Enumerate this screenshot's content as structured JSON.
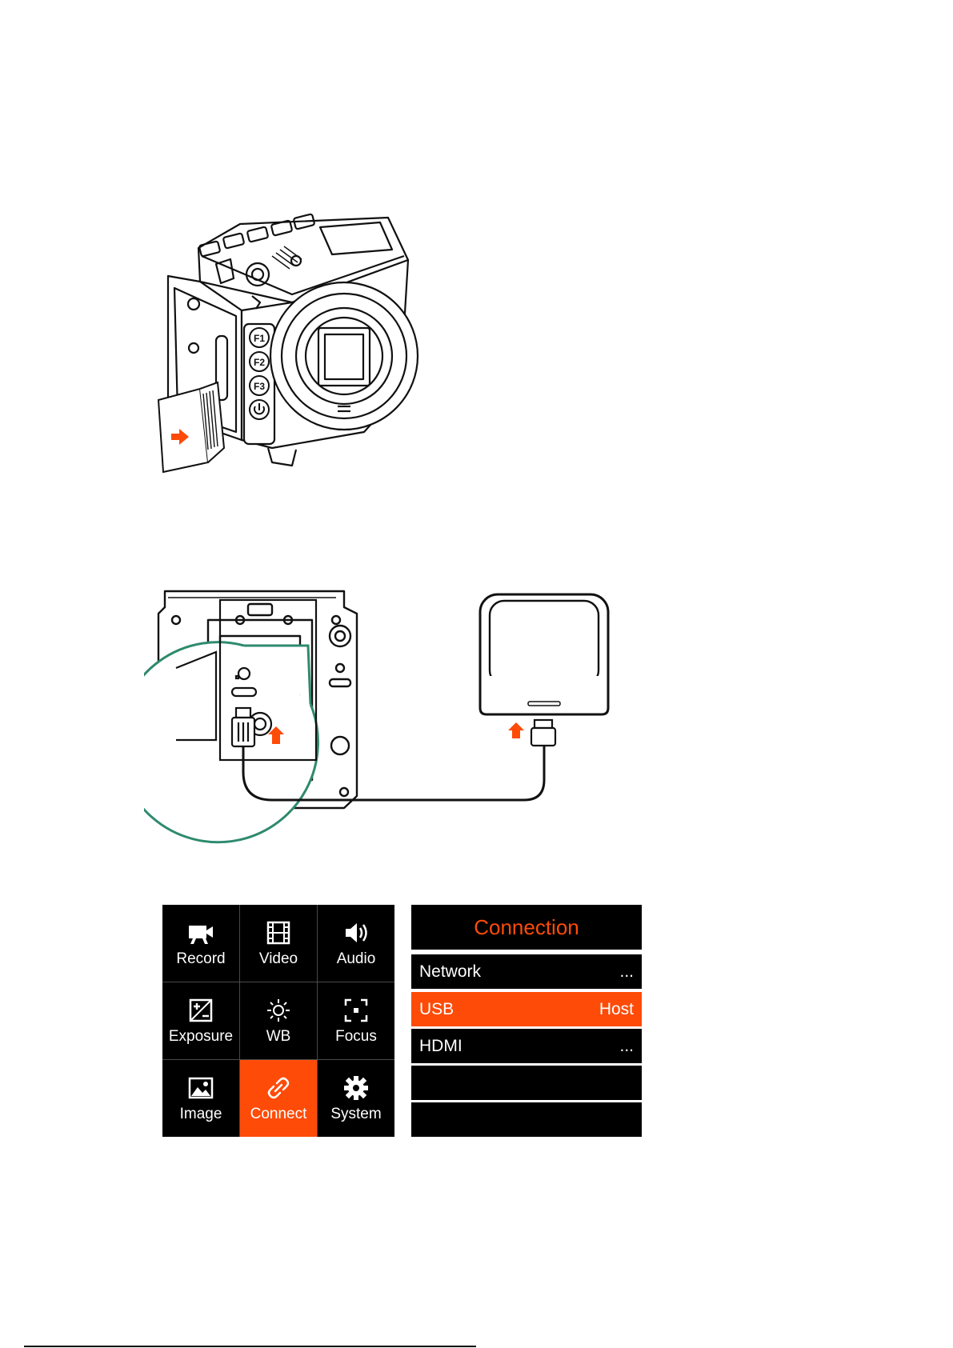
{
  "colors": {
    "accent": "#fe4b08",
    "teal": "#2e8a6e",
    "panel_bg": "#000000"
  },
  "illustration_1": {
    "subject": "camera-sd-card-insertion",
    "buttons": [
      "F1",
      "F2",
      "F3"
    ]
  },
  "illustration_2": {
    "subject": "camera-usb-to-ssd-connection"
  },
  "menu": {
    "items": [
      {
        "label": "Record",
        "icon": "record-icon"
      },
      {
        "label": "Video",
        "icon": "film-icon"
      },
      {
        "label": "Audio",
        "icon": "speaker-icon"
      },
      {
        "label": "Exposure",
        "icon": "exposure-icon"
      },
      {
        "label": "WB",
        "icon": "sun-icon"
      },
      {
        "label": "Focus",
        "icon": "focus-icon"
      },
      {
        "label": "Image",
        "icon": "image-icon"
      },
      {
        "label": "Connect",
        "icon": "link-icon",
        "active": true
      },
      {
        "label": "System",
        "icon": "gear-icon"
      }
    ]
  },
  "connection": {
    "title": "Connection",
    "rows": [
      {
        "label": "Network",
        "value": "..."
      },
      {
        "label": "USB",
        "value": "Host",
        "active": true
      },
      {
        "label": "HDMI",
        "value": "..."
      },
      {
        "label": "",
        "value": ""
      },
      {
        "label": "",
        "value": ""
      }
    ]
  }
}
